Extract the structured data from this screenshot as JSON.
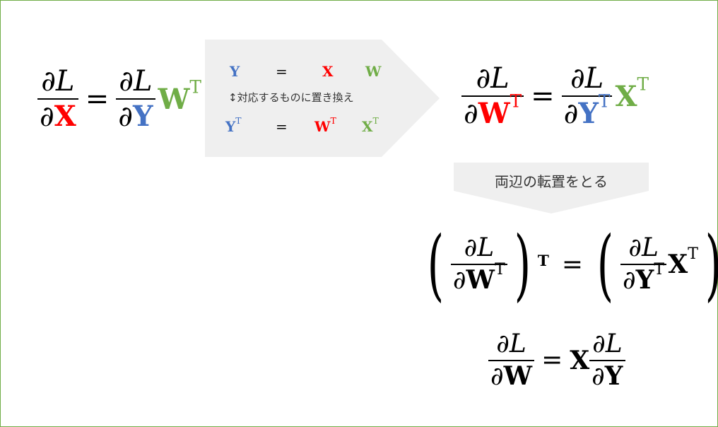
{
  "symbols": {
    "partial": "∂",
    "L": "L",
    "X": "X",
    "Y": "Y",
    "W": "W",
    "T": "T",
    "equals": "=",
    "lparen": "(",
    "rparen": ")"
  },
  "mapping_box": {
    "row1": [
      "Y",
      "=",
      "X",
      "W"
    ],
    "note": "↕対応するものに置き換え",
    "row2": [
      "Y",
      "=",
      "W",
      "X"
    ],
    "sup": "T"
  },
  "transpose_label": "両辺の転置をとる",
  "colors": {
    "X": "#ff0000",
    "Y": "#4472c4",
    "W": "#70ad47",
    "box": "#efefef",
    "border": "#70ad47"
  }
}
